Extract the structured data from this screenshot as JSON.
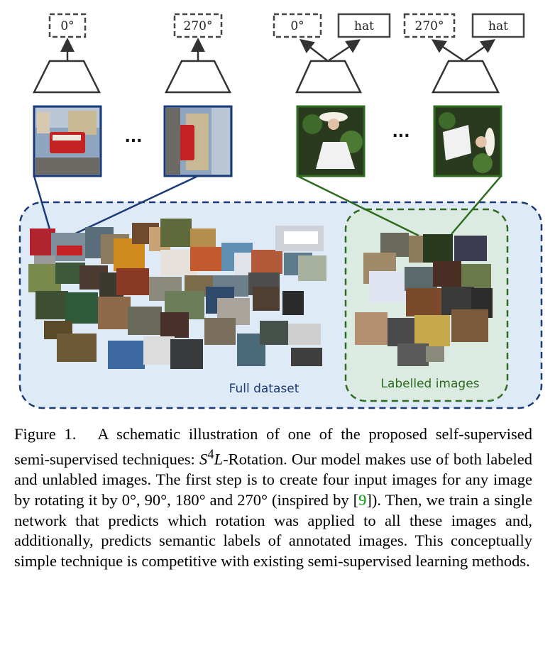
{
  "figure": {
    "outputs": [
      {
        "boxes": [
          "0°"
        ]
      },
      {
        "boxes": [
          "270°"
        ]
      },
      {
        "boxes": [
          "0°",
          "hat"
        ]
      },
      {
        "boxes": [
          "270°",
          "hat"
        ]
      }
    ],
    "ellipsis": "...",
    "regions": {
      "full_label": "Full dataset",
      "labelled_label": "Labelled images"
    },
    "colors": {
      "unlabeled_accent": "#1a3a78",
      "labeled_accent": "#2d6b1f",
      "full_fill": "#deeaf6",
      "labelled_fill": "#dcebe2"
    }
  },
  "caption": {
    "label": "Figure 1.",
    "part1": "A schematic illustration of one of the proposed self-supervised semi-supervised techniques: ",
    "math_s": "S",
    "math_sup": "4",
    "math_l": "L",
    "part2": "-Rotation. Our model makes use of both labeled and unlabled images. The first step is to create four input images for any image by rotating it by 0°, 90°, 180° and 270° (inspired by [",
    "cite": "9",
    "part3": "]). Then, we train a single network that predicts which rotation was applied to all these images and, additionally, predicts semantic labels of annotated images. This conceptually simple technique is competitive with existing semi-supervised learning methods."
  }
}
